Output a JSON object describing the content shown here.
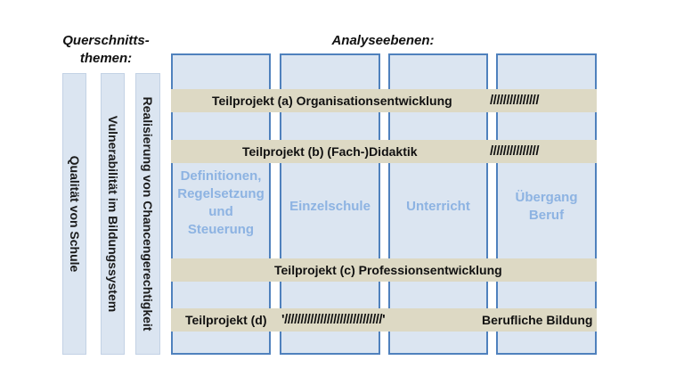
{
  "headings": {
    "querschnittsthemen": "Querschnitts-\nthemen:",
    "analyseebenen": "Analyseebenen:"
  },
  "querschnittsthemen": [
    "Qualität von Schule",
    "Vulnerabilität im Bildungssystem",
    "Realisierung von Chancengerechtigkeit"
  ],
  "analyseebenen": [
    "Definitionen,\nRegelsetzung\nund\nSteuerung",
    "Einzelschule",
    "Unterricht",
    "Übergang\nBeruf"
  ],
  "teilprojekte": {
    "a": {
      "label": "Teilprojekt (a) Organisationsentwicklung",
      "hatch": "///////////////"
    },
    "b": {
      "label": "Teilprojekt (b) (Fach-)Didaktik",
      "hatch": "///////////////"
    },
    "c": {
      "label": "Teilprojekt (c) Professionsentwicklung"
    },
    "d": {
      "label": "Teilprojekt (d)",
      "hatch": "'//////////////////////////////'",
      "suffix": "Berufliche Bildung"
    }
  },
  "colors": {
    "column_fill": "#dbe5f1",
    "column_border": "#4f81bd",
    "column_label": "#8db3e2",
    "bar_fill": "#ddd9c4"
  }
}
